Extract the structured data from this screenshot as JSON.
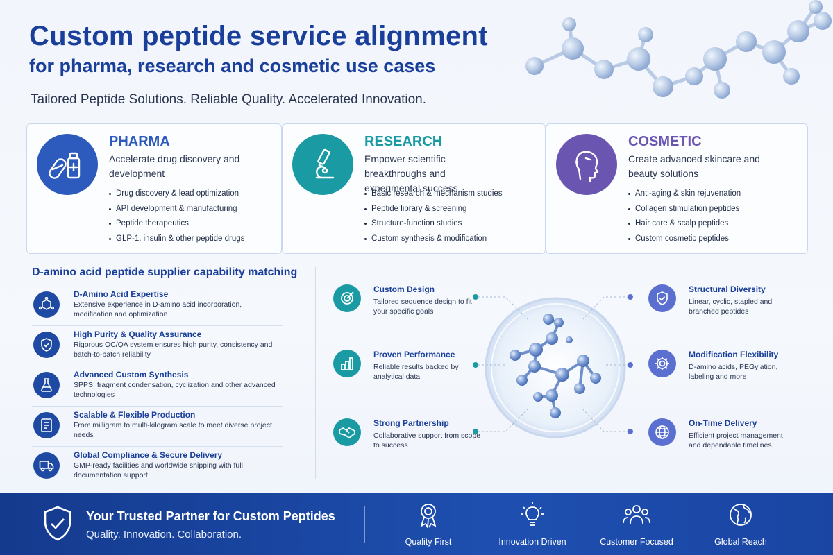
{
  "header": {
    "title": "Custom peptide service alignment",
    "subtitle": "for pharma, research and cosmetic use cases",
    "tagline": "Tailored Peptide Solutions. Reliable Quality. Accelerated Innovation."
  },
  "cards": [
    {
      "name": "PHARMA",
      "desc": "Accelerate drug discovery and development",
      "icon": "capsule-bottle-icon",
      "color": "#2d5bbd",
      "items": [
        "Drug discovery & lead optimization",
        "API development & manufacturing",
        "Peptide therapeutics",
        "GLP-1, insulin & other peptide drugs"
      ]
    },
    {
      "name": "RESEARCH",
      "desc": "Empower scientific breakthroughs and experimental success",
      "icon": "microscope-icon",
      "color": "#1a9aa3",
      "items": [
        "Basic research & mechanism studies",
        "Peptide library & screening",
        "Structure-function studies",
        "Custom synthesis & modification"
      ]
    },
    {
      "name": "COSMETIC",
      "desc": "Create advanced skincare and beauty solutions",
      "icon": "face-profile-icon",
      "color": "#6a55b0",
      "items": [
        "Anti-aging & skin rejuvenation",
        "Collagen stimulation peptides",
        "Hair care & scalp peptides",
        "Custom cosmetic peptides"
      ]
    }
  ],
  "capabilities": {
    "title": "D-amino acid peptide supplier capability matching",
    "items": [
      {
        "title": "D-Amino Acid Expertise",
        "desc": "Extensive experience in D-amino acid incorporation, modification and optimization",
        "icon": "molecule-icon"
      },
      {
        "title": "High Purity & Quality Assurance",
        "desc": "Rigorous QC/QA system ensures high purity, consistency and batch-to-batch reliability",
        "icon": "shield-check-icon"
      },
      {
        "title": "Advanced Custom Synthesis",
        "desc": "SPPS, fragment condensation, cyclization and other advanced technologies",
        "icon": "flask-icon"
      },
      {
        "title": "Scalable & Flexible Production",
        "desc": "From milligram to multi-kilogram scale to meet diverse project needs",
        "icon": "document-icon"
      },
      {
        "title": "Global Compliance & Secure Delivery",
        "desc": "GMP-ready facilities and worldwide shipping with full documentation support",
        "icon": "truck-icon"
      }
    ]
  },
  "features_left": [
    {
      "title": "Custom Design",
      "desc": "Tailored sequence design to fit your specific goals",
      "icon": "target-icon"
    },
    {
      "title": "Proven Performance",
      "desc": "Reliable results backed by analytical data",
      "icon": "bar-chart-icon"
    },
    {
      "title": "Strong Partnership",
      "desc": "Collaborative support from scope to success",
      "icon": "handshake-icon"
    }
  ],
  "features_right": [
    {
      "title": "Structural Diversity",
      "desc": "Linear, cyclic, stapled and branched peptides",
      "icon": "shield-icon"
    },
    {
      "title": "Modification Flexibility",
      "desc": "D-amino acids, PEGylation, labeling and more",
      "icon": "gear-icon"
    },
    {
      "title": "On-Time Delivery",
      "desc": "Efficient project management and dependable timelines",
      "icon": "globe-icon"
    }
  ],
  "footer": {
    "title": "Your Trusted Partner for Custom Peptides",
    "subtitle": "Quality. Innovation. Collaboration.",
    "pillars": [
      {
        "label": "Quality First",
        "icon": "award-ribbon-icon"
      },
      {
        "label": "Innovation Driven",
        "icon": "lightbulb-icon"
      },
      {
        "label": "Customer Focused",
        "icon": "people-icon"
      },
      {
        "label": "Global Reach",
        "icon": "earth-icon"
      }
    ]
  },
  "colors": {
    "primary": "#1a3f9a",
    "teal": "#1a9aa3",
    "purple": "#6a55b0",
    "feature_right": "#5b6fd0"
  }
}
